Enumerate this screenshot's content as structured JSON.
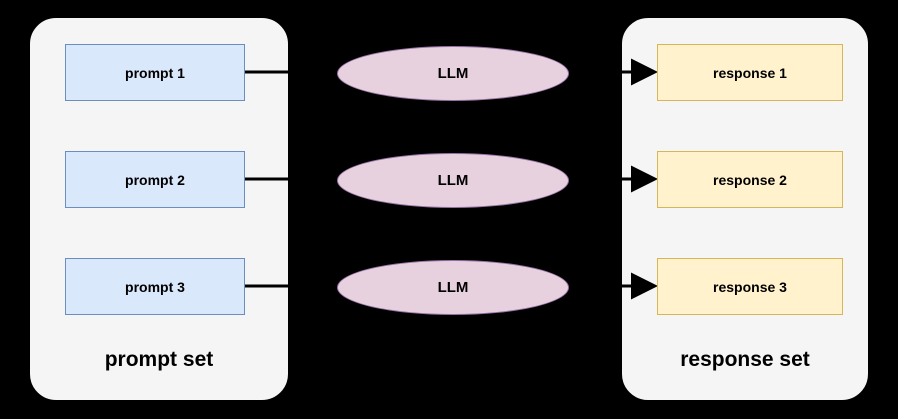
{
  "diagram_title": "prompt set to LLM to response set flow",
  "colors": {
    "background": "#000000",
    "container_fill": "#f5f5f5",
    "container_border": "#000000",
    "prompt_fill": "#dae8fc",
    "prompt_border": "#6c8ebf",
    "llm_fill": "#e8d1df",
    "llm_border": "#9673a6",
    "response_fill": "#fff2cc",
    "response_border": "#d6b656",
    "arrow": "#000000"
  },
  "prompt_set": {
    "label": "prompt set",
    "items": [
      {
        "label": "prompt 1"
      },
      {
        "label": "prompt 2"
      },
      {
        "label": "prompt 3"
      }
    ]
  },
  "llm_nodes": [
    {
      "label": "LLM"
    },
    {
      "label": "LLM"
    },
    {
      "label": "LLM"
    }
  ],
  "response_set": {
    "label": "response set",
    "items": [
      {
        "label": "response 1"
      },
      {
        "label": "response 2"
      },
      {
        "label": "response 3"
      }
    ]
  }
}
